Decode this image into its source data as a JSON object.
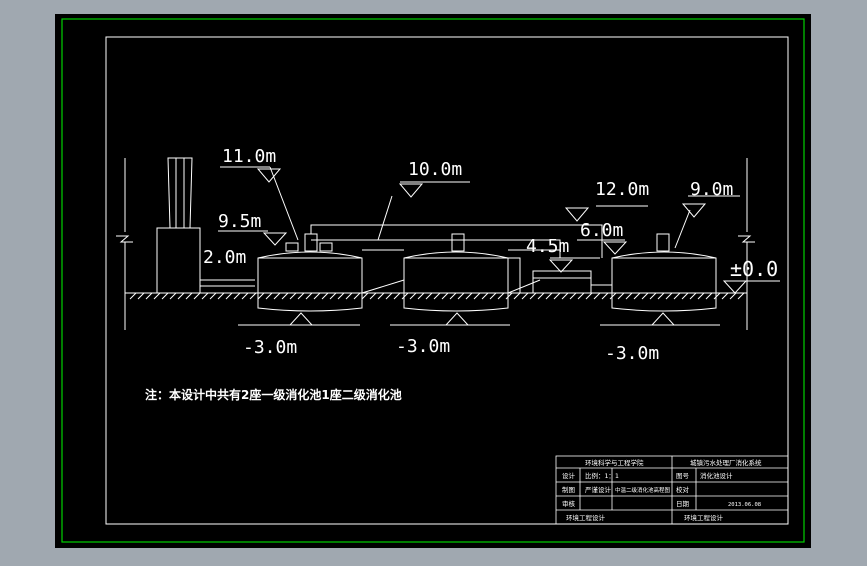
{
  "colors": {
    "background": "#a0a8b0",
    "sheet": "#000000",
    "outer_border": "#00d000",
    "lines": "#ffffff"
  },
  "elevations": {
    "e11": "11.0m",
    "e10": "10.0m",
    "e95": "9.5m",
    "e20": "2.0m",
    "e120": "12.0m",
    "e90": "9.0m",
    "e60": "6.0m",
    "e45": "4.5m",
    "ground": "±0.0",
    "bottom_left": "-3.0m",
    "bottom_mid": "-3.0m",
    "bottom_right": "-3.0m"
  },
  "note": "注：本设计中共有2座一级消化池1座二级消化池",
  "title_block": {
    "school": "环境科学与工程学院",
    "project": "城镇污水处理厂消化系统",
    "design_label": "设计",
    "scale_label": "比例：1：1",
    "drawn_label": "制图",
    "drawn_value": "严谨设计",
    "drawing_name": "中温二级消化池高程图",
    "drawing_no_label": "图号",
    "drawing_no_value": "消化池设计",
    "check_label": "校对",
    "date_label": "日期",
    "date_value": "2013.06.08",
    "review_label": "审核",
    "footer_left": "环境工程设计",
    "footer_right": "环境工程设计"
  }
}
